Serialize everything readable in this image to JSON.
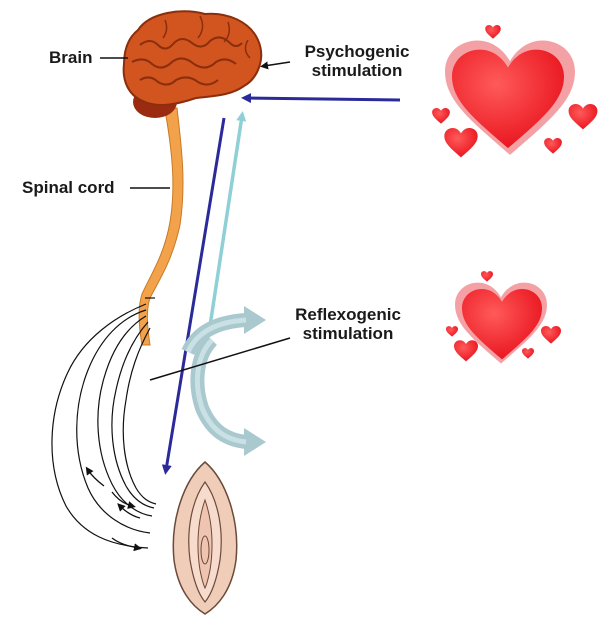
{
  "labels": {
    "brain": "Brain",
    "spinal_cord": "Spinal cord",
    "psychogenic_line1": "Psychogenic",
    "psychogenic_line2": "stimulation",
    "reflexogenic_line1": "Reflexogenic",
    "reflexogenic_line2": "stimulation"
  },
  "colors": {
    "brain": "#d2541f",
    "spinal_cord": "#f2a24a",
    "descending_arrow": "#2a2a9a",
    "ascending_arrow": "#8fd0d6",
    "reflex_arrows": "#a9c9cf",
    "hearts": "#ee1c24",
    "organ": "#f0cdb8"
  },
  "icons": {
    "upper_hearts": "hearts-cluster-icon",
    "lower_hearts": "hearts-cluster-icon",
    "brain": "brain-icon",
    "organ": "genital-organ-icon"
  }
}
